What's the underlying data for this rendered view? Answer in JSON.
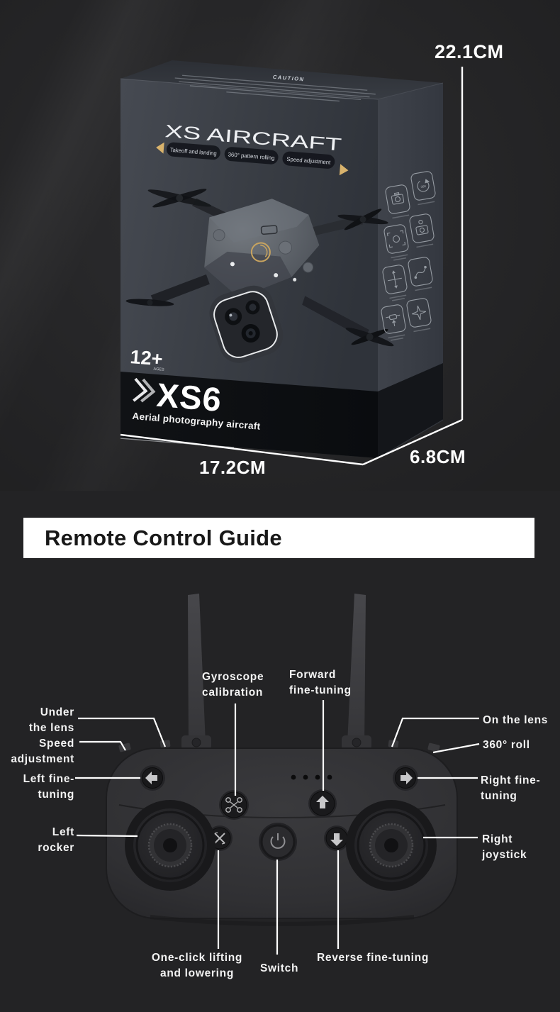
{
  "package_panel": {
    "box": {
      "caution_heading": "CAUTION",
      "title": "XS AIRCRAFT",
      "feature_badges": [
        "Takeoff and landing",
        "360° pattern rolling",
        "Speed adjustment"
      ],
      "age_badge": "12+",
      "age_badge_sub": "AGES",
      "model_name": "XS6",
      "model_tagline": "Aerial photography aircraft",
      "side_icon_names": [
        "camera-icon",
        "360-roll-icon",
        "gesture-photo-icon",
        "flower-camera-icon",
        "altitude-hold-icon",
        "route-fly-icon",
        "one-key-lift-icon",
        "headless-mode-icon"
      ]
    },
    "dimensions": {
      "height": "22.1CM",
      "width": "17.2CM",
      "depth": "6.8CM"
    }
  },
  "guide_panel": {
    "title": "Remote Control Guide",
    "remote": {
      "led_count": 4,
      "button_icon_names": [
        "left-arrow-icon",
        "right-arrow-icon",
        "gyroscope-drone-icon",
        "up-arrow-icon",
        "one-click-x-icon",
        "power-switch-icon",
        "down-arrow-icon"
      ]
    },
    "labels": {
      "gyroscope": {
        "l1": "Gyroscope",
        "l2": "calibration"
      },
      "forward": {
        "l1": "Forward",
        "l2": "fine-tuning"
      },
      "under_lens": {
        "l1": "Under",
        "l2": "the lens"
      },
      "speed": {
        "l1": "Speed",
        "l2": "adjustment"
      },
      "left_fine": {
        "l1": "Left fine-",
        "l2": "tuning"
      },
      "left_rocker": {
        "l1": "Left",
        "l2": "rocker"
      },
      "on_lens": {
        "l1": "On the lens"
      },
      "roll_360": {
        "l1": "360° roll"
      },
      "right_fine": {
        "l1": "Right fine-",
        "l2": "tuning"
      },
      "right_joystick": {
        "l1": "Right",
        "l2": "joystick"
      },
      "one_click": {
        "l1": "One-click lifting",
        "l2": "and lowering"
      },
      "switch": {
        "l1": "Switch"
      },
      "reverse": {
        "l1": "Reverse fine-tuning"
      }
    }
  },
  "colors": {
    "accent_gold": "#d9b36c",
    "leader_line": "#ffffff",
    "title_bar_bg": "#ffffff",
    "title_text": "#181818",
    "photo_bg": "#29292b",
    "panel_bg": "#232325"
  }
}
